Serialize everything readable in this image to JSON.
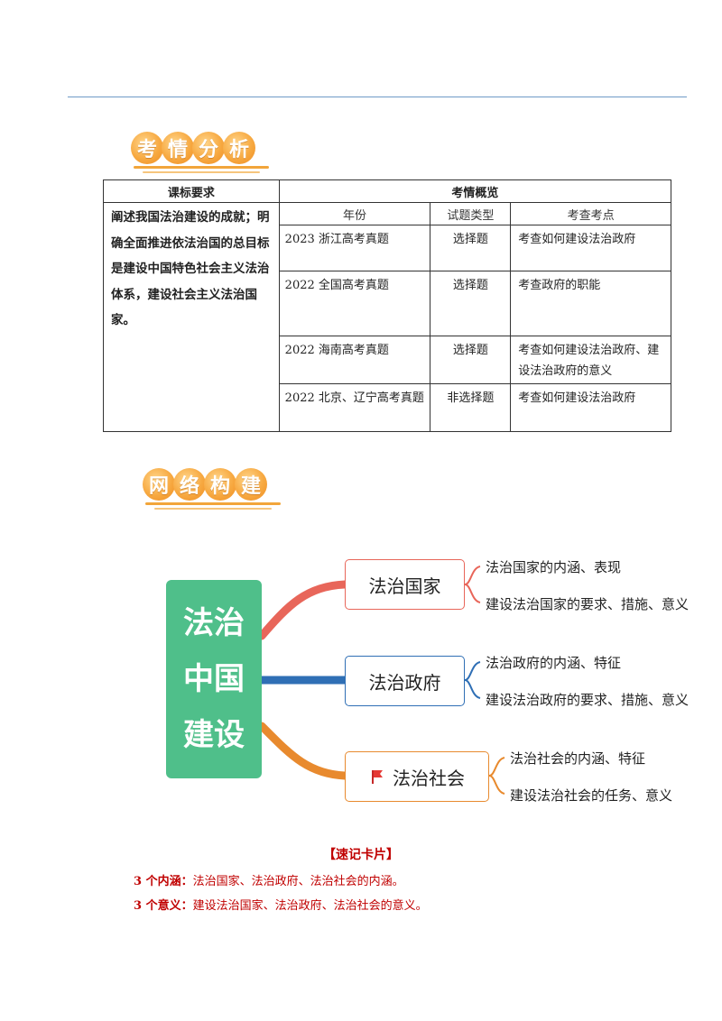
{
  "section1": {
    "chars": [
      "考",
      "情",
      "分",
      "析"
    ]
  },
  "table": {
    "head_left": "课标要求",
    "head_right": "考情概览",
    "sub_headers": [
      "年份",
      "试题类型",
      "考查考点"
    ],
    "requirement": "阐述我国法治建设的成就；明确全面推进依法治国的总目标是建设中国特色社会主义法治体系，建设社会主义法治国家。",
    "rows": [
      {
        "year": "2023 浙江高考真题",
        "type": "选择题",
        "point": "考查如何建设法治政府"
      },
      {
        "year": "2022 全国高考真题",
        "type": "选择题",
        "point": "考查政府的职能"
      },
      {
        "year": "2022 海南高考真题",
        "type": "选择题",
        "point": "考查如何建设法治政府、建设法治政府的意义"
      },
      {
        "year": "2022 北京、辽宁高考真题",
        "type": "非选择题",
        "point": "考查如何建设法治政府"
      }
    ]
  },
  "section2": {
    "chars": [
      "网",
      "络",
      "构",
      "建"
    ]
  },
  "mindmap": {
    "root_lines": [
      "法治",
      "中国",
      "建设"
    ],
    "branches": [
      {
        "label": "法治国家",
        "color": "#e8665a",
        "leaves": [
          "法治国家的内涵、表现",
          "建设法治国家的要求、措施、意义"
        ]
      },
      {
        "label": "法治政府",
        "color": "#2f6fb5",
        "leaves": [
          "法治政府的内涵、特征",
          "建设法治政府的要求、措施、意义"
        ]
      },
      {
        "label": "法治社会",
        "color": "#e88a2e",
        "icon": "red-flag-icon",
        "leaves": [
          "法治社会的内涵、特征",
          "建设法治社会的任务、意义"
        ]
      }
    ]
  },
  "card": {
    "title": "【速记卡片】",
    "lines": [
      {
        "label": "3 个内涵：",
        "text": "法治国家、法治政府、法治社会的内涵。"
      },
      {
        "label": "3 个意义：",
        "text": "建设法治国家、法治政府、法治社会的意义。"
      }
    ]
  }
}
